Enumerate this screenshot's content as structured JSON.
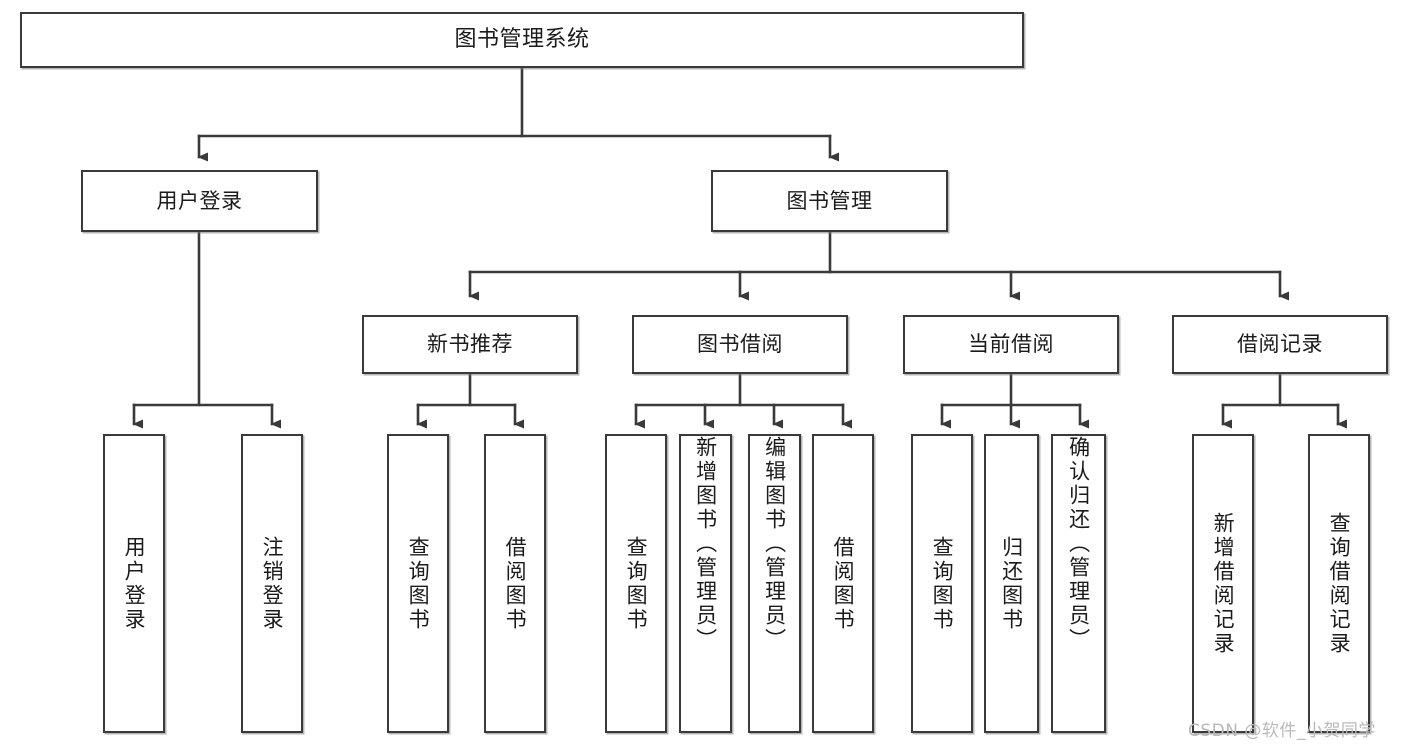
{
  "diagram": {
    "title": "图书管理系统",
    "type": "tree-hierarchy",
    "watermark": "CSDN @软件_小贺同学",
    "colors": {
      "box_border": "#3a3a3a",
      "box_fill": "#ffffff",
      "text": "#1b1b1b",
      "edge": "#3a3a3a",
      "watermark": "#b9b9b9"
    },
    "nodes": {
      "root": {
        "label": "图书管理系统"
      },
      "level2": [
        {
          "label": "用户登录"
        },
        {
          "label": "图书管理"
        }
      ],
      "level3": [
        {
          "label": "新书推荐"
        },
        {
          "label": "图书借阅"
        },
        {
          "label": "当前借阅"
        },
        {
          "label": "借阅记录"
        }
      ],
      "leaves": {
        "user_login": [
          {
            "label": "用户登录"
          },
          {
            "label": "注销登录"
          }
        ],
        "new_book_recommend": [
          {
            "label": "查询图书"
          },
          {
            "label": "借阅图书"
          }
        ],
        "book_borrow": [
          {
            "label": "查询图书"
          },
          {
            "label": "新增图书（管理员）"
          },
          {
            "label": "编辑图书（管理员）"
          },
          {
            "label": "借阅图书"
          }
        ],
        "current_borrow": [
          {
            "label": "查询图书"
          },
          {
            "label": "归还图书"
          },
          {
            "label": "确认归还（管理员）"
          }
        ],
        "borrow_record": [
          {
            "label": "新增借阅记录"
          },
          {
            "label": "查询借阅记录"
          }
        ]
      }
    }
  }
}
